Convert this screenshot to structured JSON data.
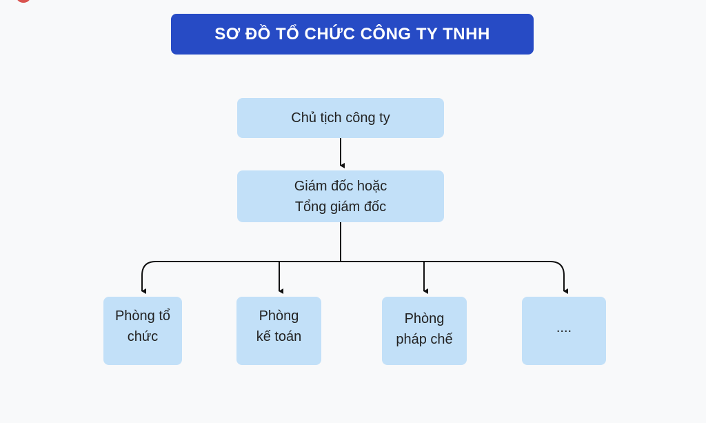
{
  "title": "SƠ ĐỒ TỔ CHỨC CÔNG TY TNHH",
  "nodes": {
    "chairman": "Chủ tịch công ty",
    "director_line1": "Giám đốc hoặc",
    "director_line2": "Tổng giám đốc",
    "departments": [
      {
        "line1": "Phòng tổ",
        "line2": "chức"
      },
      {
        "line1": "Phòng",
        "line2": "kế toán"
      },
      {
        "line1": "Phòng",
        "line2": "pháp chế"
      },
      {
        "line1": "....",
        "line2": ""
      }
    ]
  },
  "colors": {
    "title_bg": "#274bc5",
    "box_bg": "#c2e0f8",
    "line": "#111111"
  }
}
